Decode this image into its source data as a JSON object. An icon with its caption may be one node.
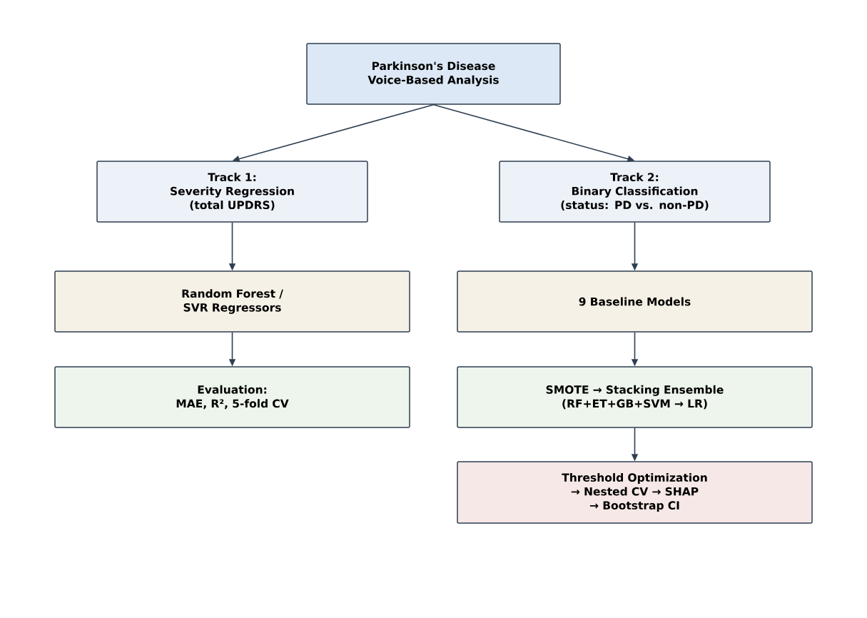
{
  "diagram": {
    "nodes": [
      {
        "text": [
          "Parkinson's Disease Voice-Based Analysis"
        ]
      },
      {
        "text": [
          "Track 1:",
          "Severity Regression (total UPDRS)"
        ]
      },
      {
        "text": [
          "Track 2:",
          "Binary Classification (status: PD vs. non-PD)"
        ]
      },
      {
        "text": [
          "Random Forest / SVR Regressors"
        ]
      },
      {
        "text": [
          "9 Baseline Models"
        ]
      },
      {
        "text": [
          "Evaluation:",
          "MAE, R², 5-fold CV"
        ]
      },
      {
        "text": [
          "SMOTE → Stacking Ensemble (RF+ET+GB+SVM → LR)"
        ]
      },
      {
        "text": [
          "Threshold Optimization → Nested CV → SHAP → Bootstrap CI"
        ]
      }
    ],
    "edges": [
      {
        "from": 0,
        "to": 1,
        "arrow": "to"
      },
      {
        "from": 0,
        "to": 2,
        "arrow": "to"
      },
      {
        "from": 1,
        "to": 3,
        "arrow": "to"
      },
      {
        "from": 3,
        "to": 5,
        "arrow": "to"
      },
      {
        "from": 2,
        "to": 4,
        "arrow": "to"
      },
      {
        "from": 4,
        "to": 6,
        "arrow": "to"
      },
      {
        "from": 6,
        "to": 7,
        "arrow": "to"
      }
    ]
  }
}
